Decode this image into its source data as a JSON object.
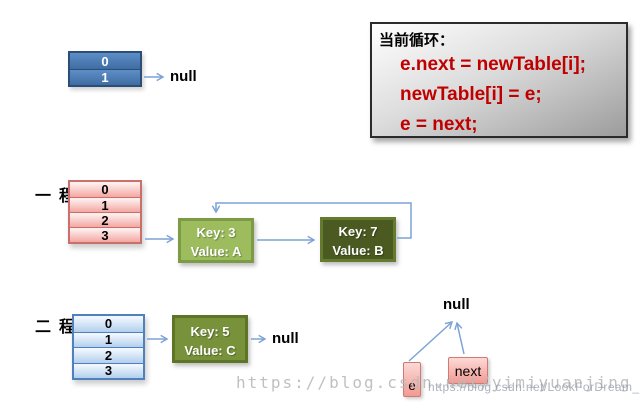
{
  "top_structure": {
    "rows": [
      "0",
      "1"
    ],
    "null_label": "null"
  },
  "code_panel": {
    "title": "当前循环：",
    "lines": [
      "e.next = newTable[i];",
      "newTable[i] = e;",
      "e = next;"
    ]
  },
  "thread1": {
    "label": "线程一",
    "rows": [
      "0",
      "1",
      "2",
      "3"
    ],
    "nodes": [
      {
        "key": "Key: 3",
        "value": "Value: A"
      },
      {
        "key": "Key: 7",
        "value": "Value: B"
      }
    ]
  },
  "thread2": {
    "label": "线程二",
    "rows": [
      "0",
      "1",
      "2",
      "3"
    ],
    "node": {
      "key": "Key: 5",
      "value": "Value: C"
    },
    "null_label": "null"
  },
  "pointer_diagram": {
    "null_label": "null",
    "e_label": "e",
    "next_label": "next"
  },
  "watermarks": {
    "primary": "https://blog.csdn.net/yimiyuanjing",
    "secondary": "https://blog.csdn.net/LookForDream_"
  },
  "colors": {
    "arrow_blue": "#7ca3d6",
    "code_red": "#c00000",
    "bucket_blue": "#4f81bd",
    "bucket_pink": "#f4a7a1",
    "node_light_green": "#9cbc5e",
    "node_mid_green": "#78923c",
    "node_dark_green": "#4a5a20"
  }
}
